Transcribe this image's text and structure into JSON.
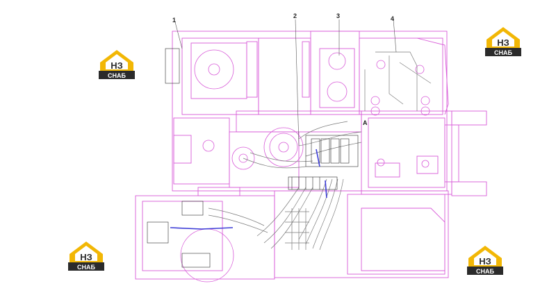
{
  "diagram": {
    "callouts": [
      "1",
      "2",
      "3",
      "4"
    ],
    "view_label": "A"
  },
  "watermark": {
    "logo_text": "НЗ",
    "logo_subtext": "СНАБ",
    "colors": {
      "accent": "#f2b705",
      "dark": "#2b2b2b"
    }
  },
  "colors": {
    "line_primary": "#d85ad8",
    "line_secondary": "#7a7a7a",
    "wire_blue": "#3b3bd6",
    "background": "#ffffff"
  }
}
